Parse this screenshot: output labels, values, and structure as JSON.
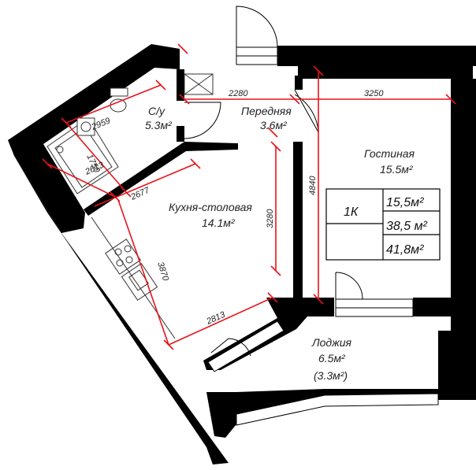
{
  "colors": {
    "wall": "#000000",
    "dimension": "#e8131b",
    "background": "#ffffff",
    "fixture": "#333333"
  },
  "rooms": {
    "bathroom": {
      "name": "С/у",
      "area": "5.3м²"
    },
    "hallway": {
      "name": "Передняя",
      "area": "3.6м²"
    },
    "living": {
      "name": "Гостиная",
      "area": "15.5м²"
    },
    "kitchen": {
      "name": "Кухня-столовая",
      "area": "14.1м²"
    },
    "loggia": {
      "name": "Лоджия",
      "area": "6.5м²",
      "area_reduced": "(3.3м²)"
    }
  },
  "dimensions": {
    "hall_width": "2280",
    "living_width": "3250",
    "bath_length": "2959",
    "bath_width": "1750",
    "kitchen_diag_a": "2613",
    "kitchen_diag_b": "2677",
    "kitchen_height": "3280",
    "living_height": "4840",
    "kitchen_diag_c": "3870",
    "kitchen_bottom": "2813"
  },
  "summary": {
    "type": "1К",
    "living_area": "15,5м²",
    "total_area": "38,5 м²",
    "total_with_loggia": "41,8м²"
  }
}
